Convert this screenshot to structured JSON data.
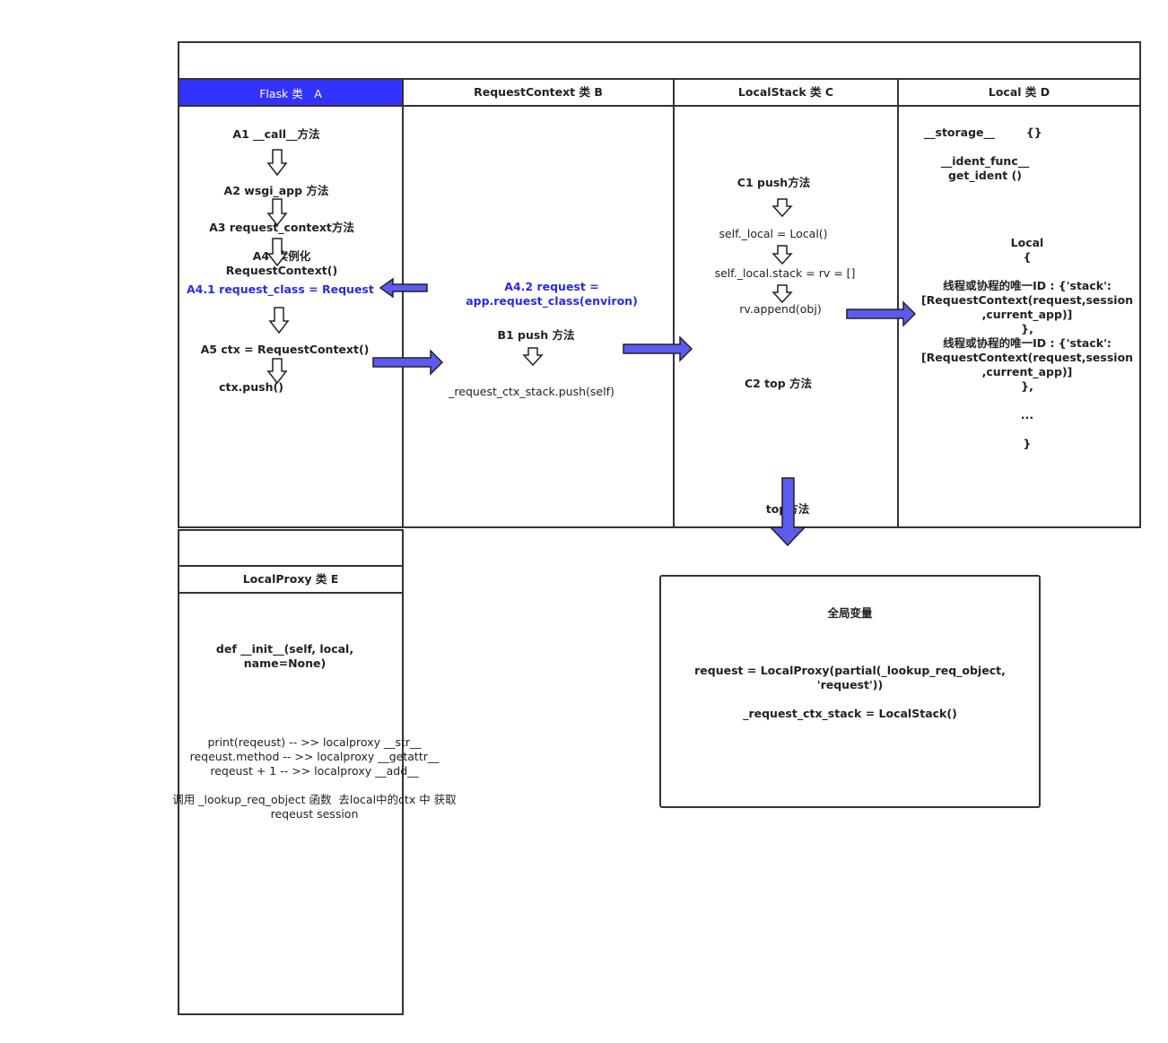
{
  "colors": {
    "accent": "#3333ff",
    "arrow_fill": "#5b5bf0",
    "highlight_text": "#2b2bdd"
  },
  "columns": {
    "a": {
      "header": "Flask 类　A"
    },
    "b": {
      "header": "RequestContext 类  B"
    },
    "c": {
      "header": "LocalStack 类 C"
    },
    "d": {
      "header": "Local  类  D"
    },
    "e": {
      "header": "LocalProxy 类 E"
    }
  },
  "flask_steps": {
    "a1": "A1  __call__方法",
    "a2": "A2 wsgi_app 方法",
    "a3": "A3 request_context方法",
    "a4": "A4  实例化\nRequestContext()",
    "a41": "A4.1  request_class = Request",
    "a5": "A5 ctx =  RequestContext()",
    "push": "ctx.push()"
  },
  "request_context": {
    "a42": "A4.2 request =\napp.request_class(environ)",
    "b1": "B1 push 方法",
    "push_call": "_request_ctx_stack.push(self)"
  },
  "local_stack": {
    "c1": "C1  push方法",
    "self_local": "self._local = Local()",
    "stack_assign": "self._local.stack = rv = []",
    "append": "rv.append(obj)",
    "c2": "C2  top 方法",
    "top_method": "top方法"
  },
  "local": {
    "storage": "__storage__        {}",
    "ident": "__ident_func__\nget_ident ()",
    "body": "Local\n{\n\n线程或协程的唯一ID : {'stack':\n[RequestContext(request,session\n,current_app)]\n},\n线程或协程的唯一ID : {'stack':\n[RequestContext(request,session\n,current_app)]\n},\n\n...\n\n}"
  },
  "local_proxy": {
    "init": "def __init__(self, local,\nname=None)",
    "notes": "print(reqeust) -- >> localproxy __str__\nreqeust.method -- >> localproxy __getattr__\nreqeust + 1 -- >> localproxy __add__\n\n调用 _lookup_req_object 函数  去local中的ctx 中 获取\nreqeust session"
  },
  "globals": {
    "title": "全局变量",
    "request": "request = LocalProxy(partial(_lookup_req_object,\n'request'))",
    "stack": "_request_ctx_stack = LocalStack()"
  }
}
